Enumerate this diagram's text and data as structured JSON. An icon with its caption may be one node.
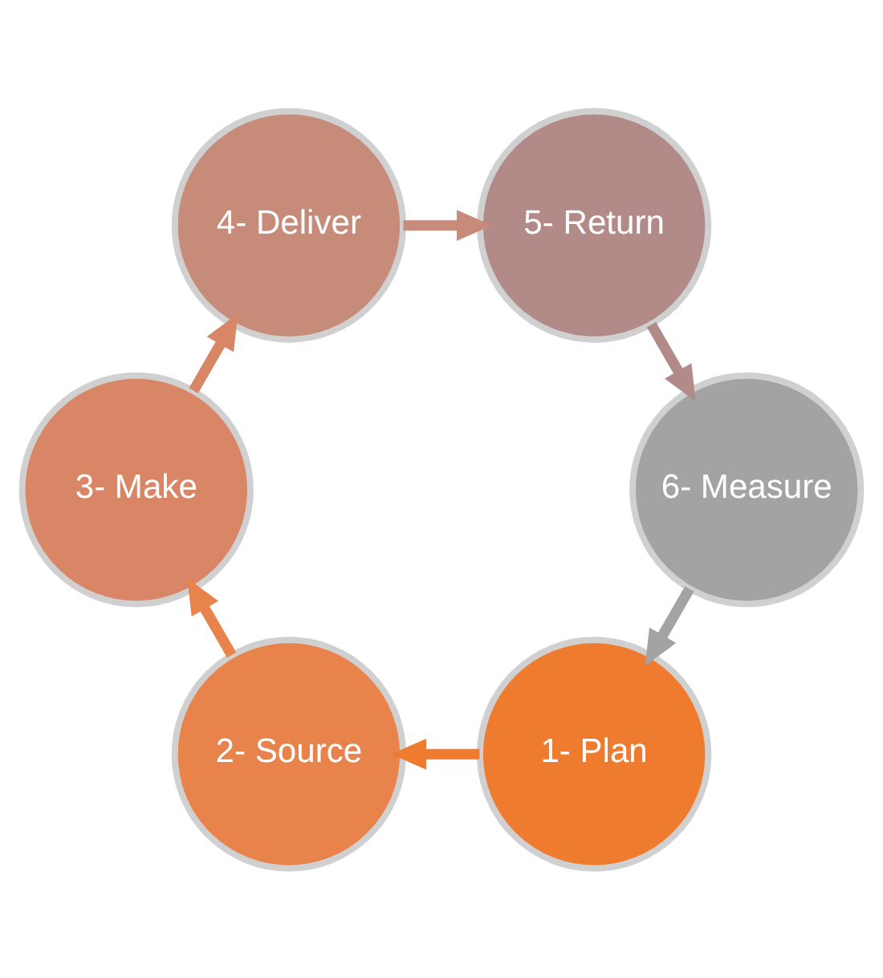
{
  "diagram": {
    "nodes": [
      {
        "text": [
          "1- Plan"
        ]
      },
      {
        "text": [
          "2- Source"
        ]
      },
      {
        "text": [
          "3- Make"
        ]
      },
      {
        "text": [
          "4- Deliver"
        ]
      },
      {
        "text": [
          "5- Return"
        ]
      },
      {
        "text": [
          "6- Measure"
        ]
      }
    ],
    "edges": [
      {
        "from": 0,
        "to": 1,
        "arrow": "to",
        "color": "#ef7b2f"
      },
      {
        "from": 1,
        "to": 2,
        "arrow": "to",
        "color": "#e8834b"
      },
      {
        "from": 2,
        "to": 3,
        "arrow": "to",
        "color": "#d98667"
      },
      {
        "from": 3,
        "to": 4,
        "arrow": "to",
        "color": "#c68b79"
      },
      {
        "from": 4,
        "to": 5,
        "arrow": "to",
        "color": "#b28b89"
      },
      {
        "from": 5,
        "to": 0,
        "arrow": "to",
        "color": "#a3a3a3"
      }
    ]
  }
}
